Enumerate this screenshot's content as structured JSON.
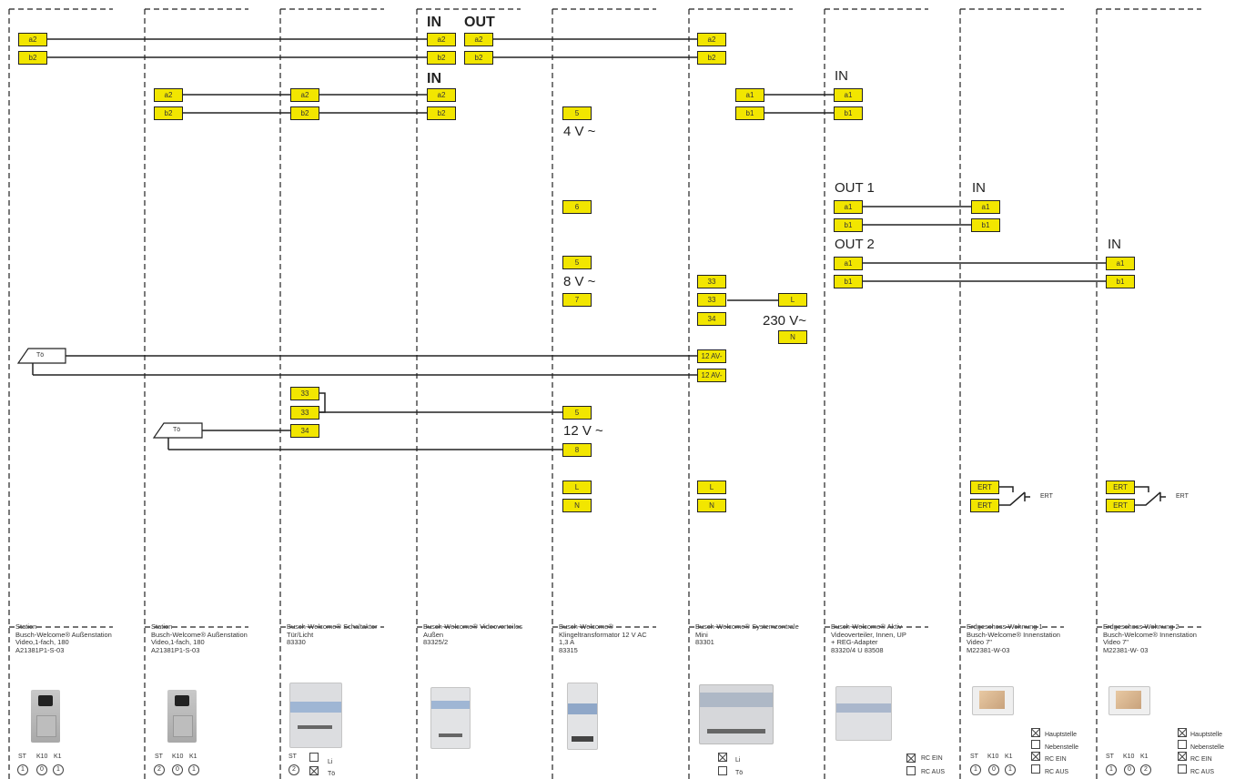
{
  "signals": {
    "in": "IN",
    "out": "OUT",
    "out1": "OUT 1",
    "out2": "OUT 2",
    "v4": "4 V ~",
    "v8": "8 V ~",
    "v12": "12  V ~",
    "v230": "230 V~",
    "to": "Tö",
    "ert": "ERT"
  },
  "terminals": {
    "a2": "a2",
    "b2": "b2",
    "a1": "a1",
    "b1": "b1",
    "n5": "5",
    "n6": "6",
    "n7": "7",
    "n8": "8",
    "n33": "33",
    "n34": "34",
    "L": "L",
    "N": "N",
    "ac12": "12 AV-",
    "ert": "ERT"
  },
  "devices": [
    {
      "lines": [
        "Station",
        "Busch-Welcome® Außenstation",
        "Video,1-fach, 180",
        "A21381P1-S-03"
      ]
    },
    {
      "lines": [
        "Station",
        "Busch-Welcome® Außenstation",
        "Video,1-fach, 180",
        "A21381P1-S-03"
      ]
    },
    {
      "lines": [
        "Busch-Welcome® Schaltaktor",
        "Tür/Licht",
        "83330"
      ]
    },
    {
      "lines": [
        "Busch-Welcome® Videoverteiles",
        "Außen",
        "83325/2"
      ]
    },
    {
      "lines": [
        "Busch-Welcome®",
        "Klingeltransformator 12 V AC",
        "1,3 A",
        "83315"
      ]
    },
    {
      "lines": [
        "Busch-Welcome® Systemzentrale",
        "Mini",
        "83301"
      ]
    },
    {
      "lines": [
        "Busch-Welcome® Aktiv",
        "Videoverteiler, Innen, UP",
        "+ REG-Adapter",
        "83320/4 U 83508"
      ]
    },
    {
      "lines": [
        "Erdgeschoss Wohnung 1",
        "Busch-Welcome® Innenstation",
        "Video 7\"",
        "M22381-W-03"
      ]
    },
    {
      "lines": [
        "Erdgeschoss Wohnung 2",
        "Busch-Welcome® Innenstation",
        "Video 7\"",
        "M22381-W- 03"
      ]
    }
  ],
  "addressing": {
    "st": "ST",
    "k10": "K10",
    "k1": "K1",
    "d1": [
      "1",
      "0",
      "1"
    ],
    "d2": [
      "2",
      "0",
      "1"
    ],
    "d8": [
      "1",
      "0",
      "1"
    ],
    "d9": [
      "1",
      "0",
      "2"
    ],
    "act_st": "ST",
    "act_val": "2"
  },
  "options": {
    "li": "Li",
    "to": "Tö",
    "rc_ein": "RC EIN",
    "rc_aus": "RC AUS",
    "haupt": "Hauptstelle",
    "neben": "Nebenstelle"
  }
}
